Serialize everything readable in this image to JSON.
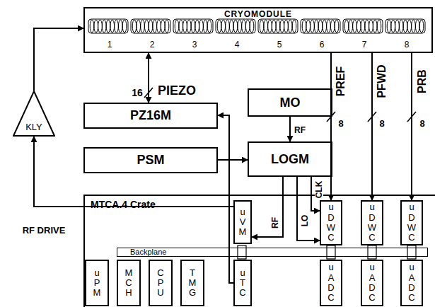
{
  "diagram": {
    "nodes": [
      {
        "text": [
          "CRYOMODULE"
        ]
      },
      {
        "text": [
          "KLY"
        ]
      },
      {
        "text": [
          "PZ16M"
        ]
      },
      {
        "text": [
          "MO"
        ]
      },
      {
        "text": [
          "PSM"
        ]
      },
      {
        "text": [
          "LOGM"
        ]
      },
      {
        "text": [
          "MTCA.4 Crate"
        ]
      },
      {
        "text": [
          "uVM"
        ],
        "in": 6
      },
      {
        "text": [
          "uDWC"
        ],
        "in": 6
      },
      {
        "text": [
          "uDWC"
        ],
        "in": 6
      },
      {
        "text": [
          "uDWC"
        ],
        "in": 6
      },
      {
        "text": [
          "Backplane"
        ],
        "in": 6
      },
      {
        "text": [
          "uPM"
        ],
        "in": 6
      },
      {
        "text": [
          "MCH"
        ],
        "in": 6
      },
      {
        "text": [
          "CPU"
        ],
        "in": 6
      },
      {
        "text": [
          "TMG"
        ],
        "in": 6
      },
      {
        "text": [
          "uTC"
        ],
        "in": 6
      },
      {
        "text": [
          "uADC"
        ],
        "in": 6
      },
      {
        "text": [
          "uADC"
        ],
        "in": 6
      },
      {
        "text": [
          "uADC"
        ],
        "in": 6
      }
    ],
    "edges": [
      {
        "from": 1,
        "to": 0,
        "arrow": "to"
      },
      {
        "from": 0,
        "to": 2,
        "label": "PIEZO",
        "arrow": "both"
      },
      {
        "from": 7,
        "to": 1,
        "label": "RF DRIVE",
        "arrow": "to"
      },
      {
        "from": 16,
        "to": 2,
        "arrow": "to"
      },
      {
        "from": 3,
        "to": 5,
        "label": "RF",
        "arrow": "to"
      },
      {
        "from": 4,
        "to": 5,
        "arrow": "to"
      },
      {
        "from": 5,
        "to": 7,
        "label": "RF",
        "arrow": "to"
      },
      {
        "from": 5,
        "to": 8,
        "label": "LO",
        "arrow": "to"
      },
      {
        "from": 5,
        "to": 8,
        "label": "CLK",
        "arrow": "to"
      },
      {
        "from": 0,
        "to": 8,
        "label": "PREF",
        "arrow": "to"
      },
      {
        "from": 0,
        "to": 9,
        "label": "PFWD",
        "arrow": "to"
      },
      {
        "from": 0,
        "to": 10,
        "label": "PRB",
        "arrow": "to"
      }
    ],
    "labels": [
      "1",
      "2",
      "3",
      "4",
      "5",
      "6",
      "7",
      "8",
      "16",
      "8",
      "8",
      "8"
    ]
  }
}
